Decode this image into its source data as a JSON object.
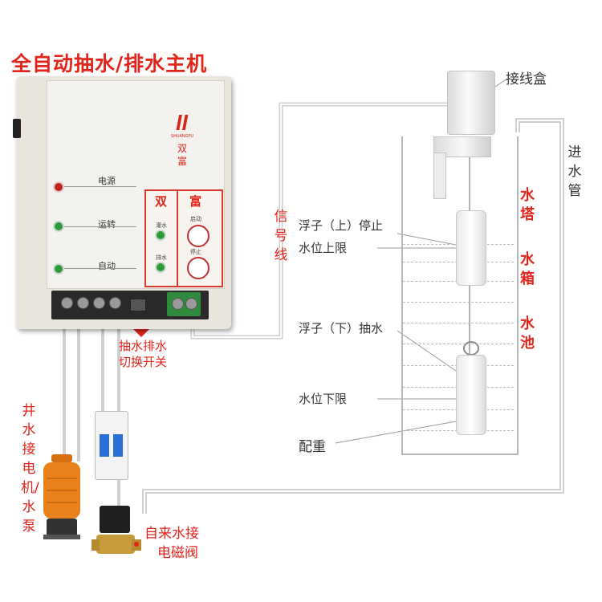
{
  "title": "全自动抽水/排水主机",
  "controller": {
    "brand_logo": "SHUANGFU",
    "brand_text": "双富",
    "leds": [
      {
        "label": "电源",
        "color": "#c0231c"
      },
      {
        "label": "运转",
        "color": "#2a9a3a"
      },
      {
        "label": "自动",
        "color": "#2a9a3a"
      }
    ],
    "red_panel": {
      "left_char": "双",
      "right_char": "富",
      "tiny_labels": [
        "灌水",
        "排水",
        "启动",
        "停止"
      ]
    },
    "switch_label_line1": "抽水排水",
    "switch_label_line2": "切换开关"
  },
  "signal_wire_label": "信号线",
  "junction_box_label": "接线盒",
  "inlet_pipe_label": "进水管",
  "tank_labels": [
    "水塔",
    "水箱",
    "水池"
  ],
  "float_labels": {
    "upper": "浮子（上）停止",
    "upper_limit": "水位上限",
    "lower": "浮子（下）抽水",
    "lower_limit": "水位下限",
    "counterweight": "配重"
  },
  "pump_label": "井水接电机/水泵",
  "valve_label_line1": "自来水接",
  "valve_label_line2": "电磁阀",
  "colors": {
    "accent_red": "#e3241b",
    "wire": "#c9c9c9",
    "panel": "#e9e4dc",
    "pump_orange": "#e8811a",
    "valve_brass": "#c79a3a"
  }
}
